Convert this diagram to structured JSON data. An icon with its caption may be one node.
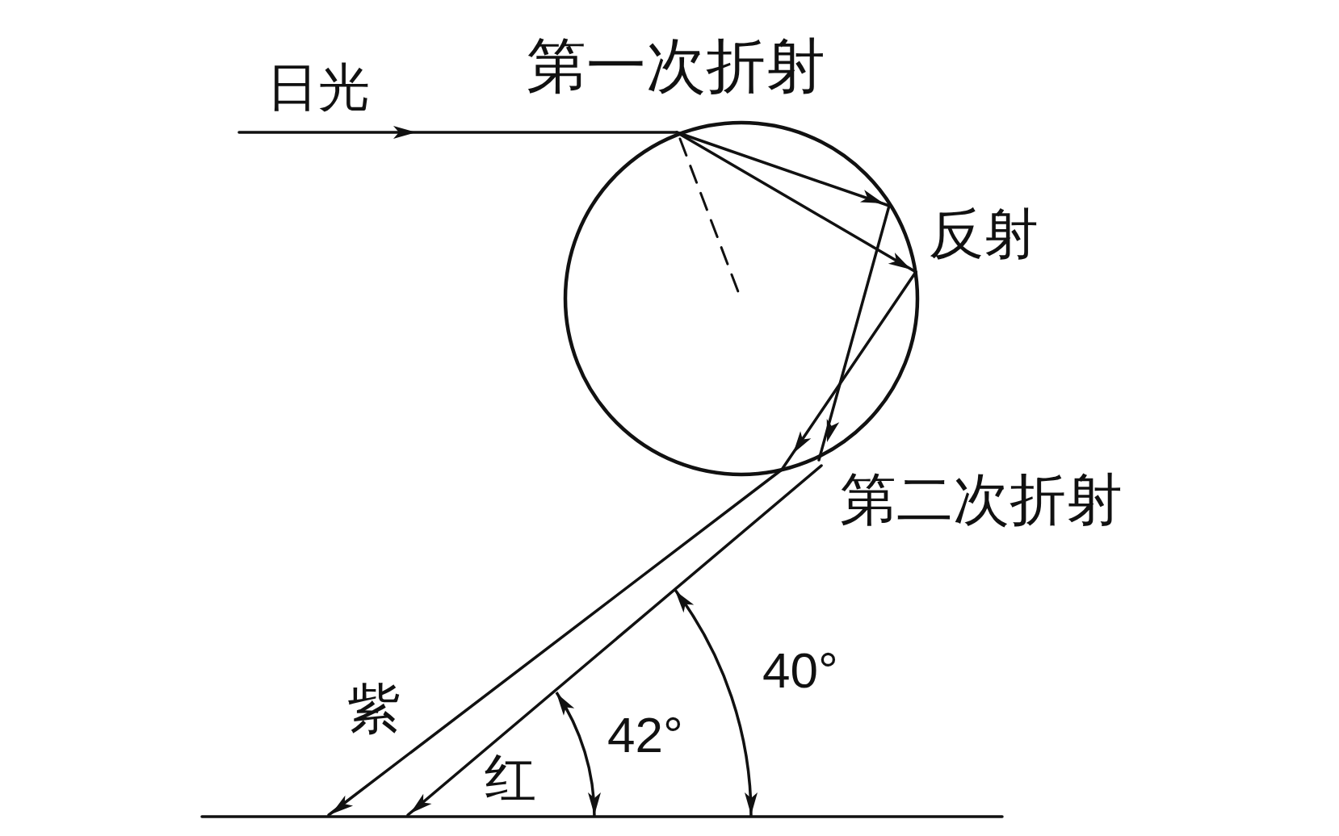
{
  "diagram": {
    "labels": [
      "第一次折射",
      "日光",
      "反射",
      "第二次折射",
      "40°",
      "紫",
      "42°",
      "红"
    ]
  }
}
